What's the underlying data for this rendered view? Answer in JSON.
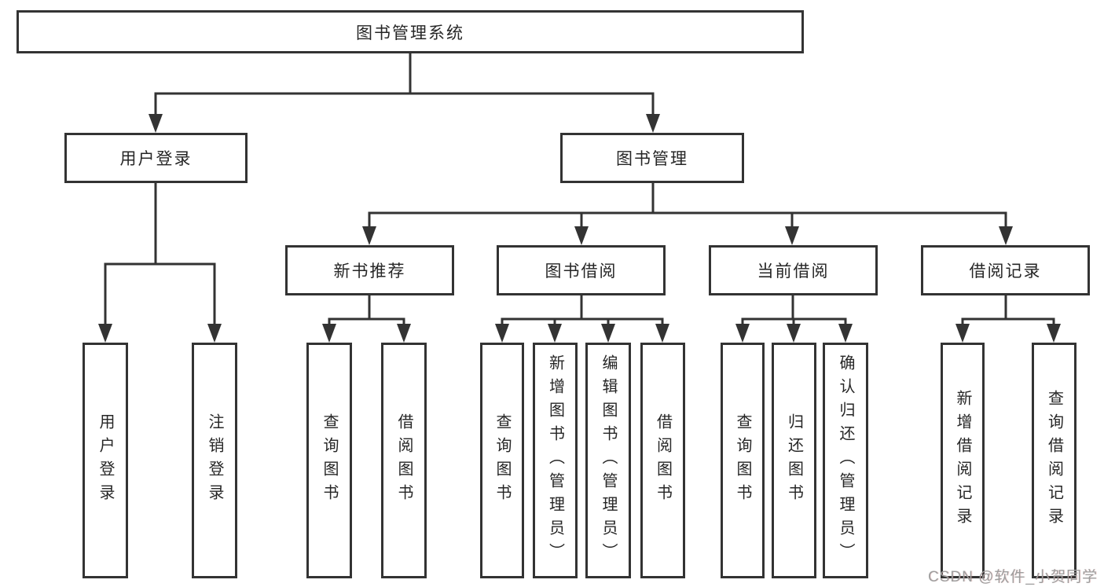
{
  "diagram": {
    "root": "图书管理系统",
    "branches": [
      {
        "label": "用户登录",
        "children": [
          "用户登录",
          "注销登录"
        ]
      },
      {
        "label": "图书管理",
        "groups": [
          {
            "label": "新书推荐",
            "children": [
              "查询图书",
              "借阅图书"
            ]
          },
          {
            "label": "图书借阅",
            "children": [
              "查询图书",
              "新增图书（管理员）",
              "编辑图书（管理员）",
              "借阅图书"
            ]
          },
          {
            "label": "当前借阅",
            "children": [
              "查询图书",
              "归还图书",
              "确认归还（管理员）"
            ]
          },
          {
            "label": "借阅记录",
            "children": [
              "新增借阅记录",
              "查询借阅记录"
            ]
          }
        ]
      }
    ]
  },
  "watermark": {
    "text": "CSDN @软件_小贺同学"
  },
  "colors": {
    "line": "#333333",
    "box_border": "#333333",
    "text": "#262626",
    "background": "#ffffff",
    "watermark": "#9e9e9e"
  }
}
